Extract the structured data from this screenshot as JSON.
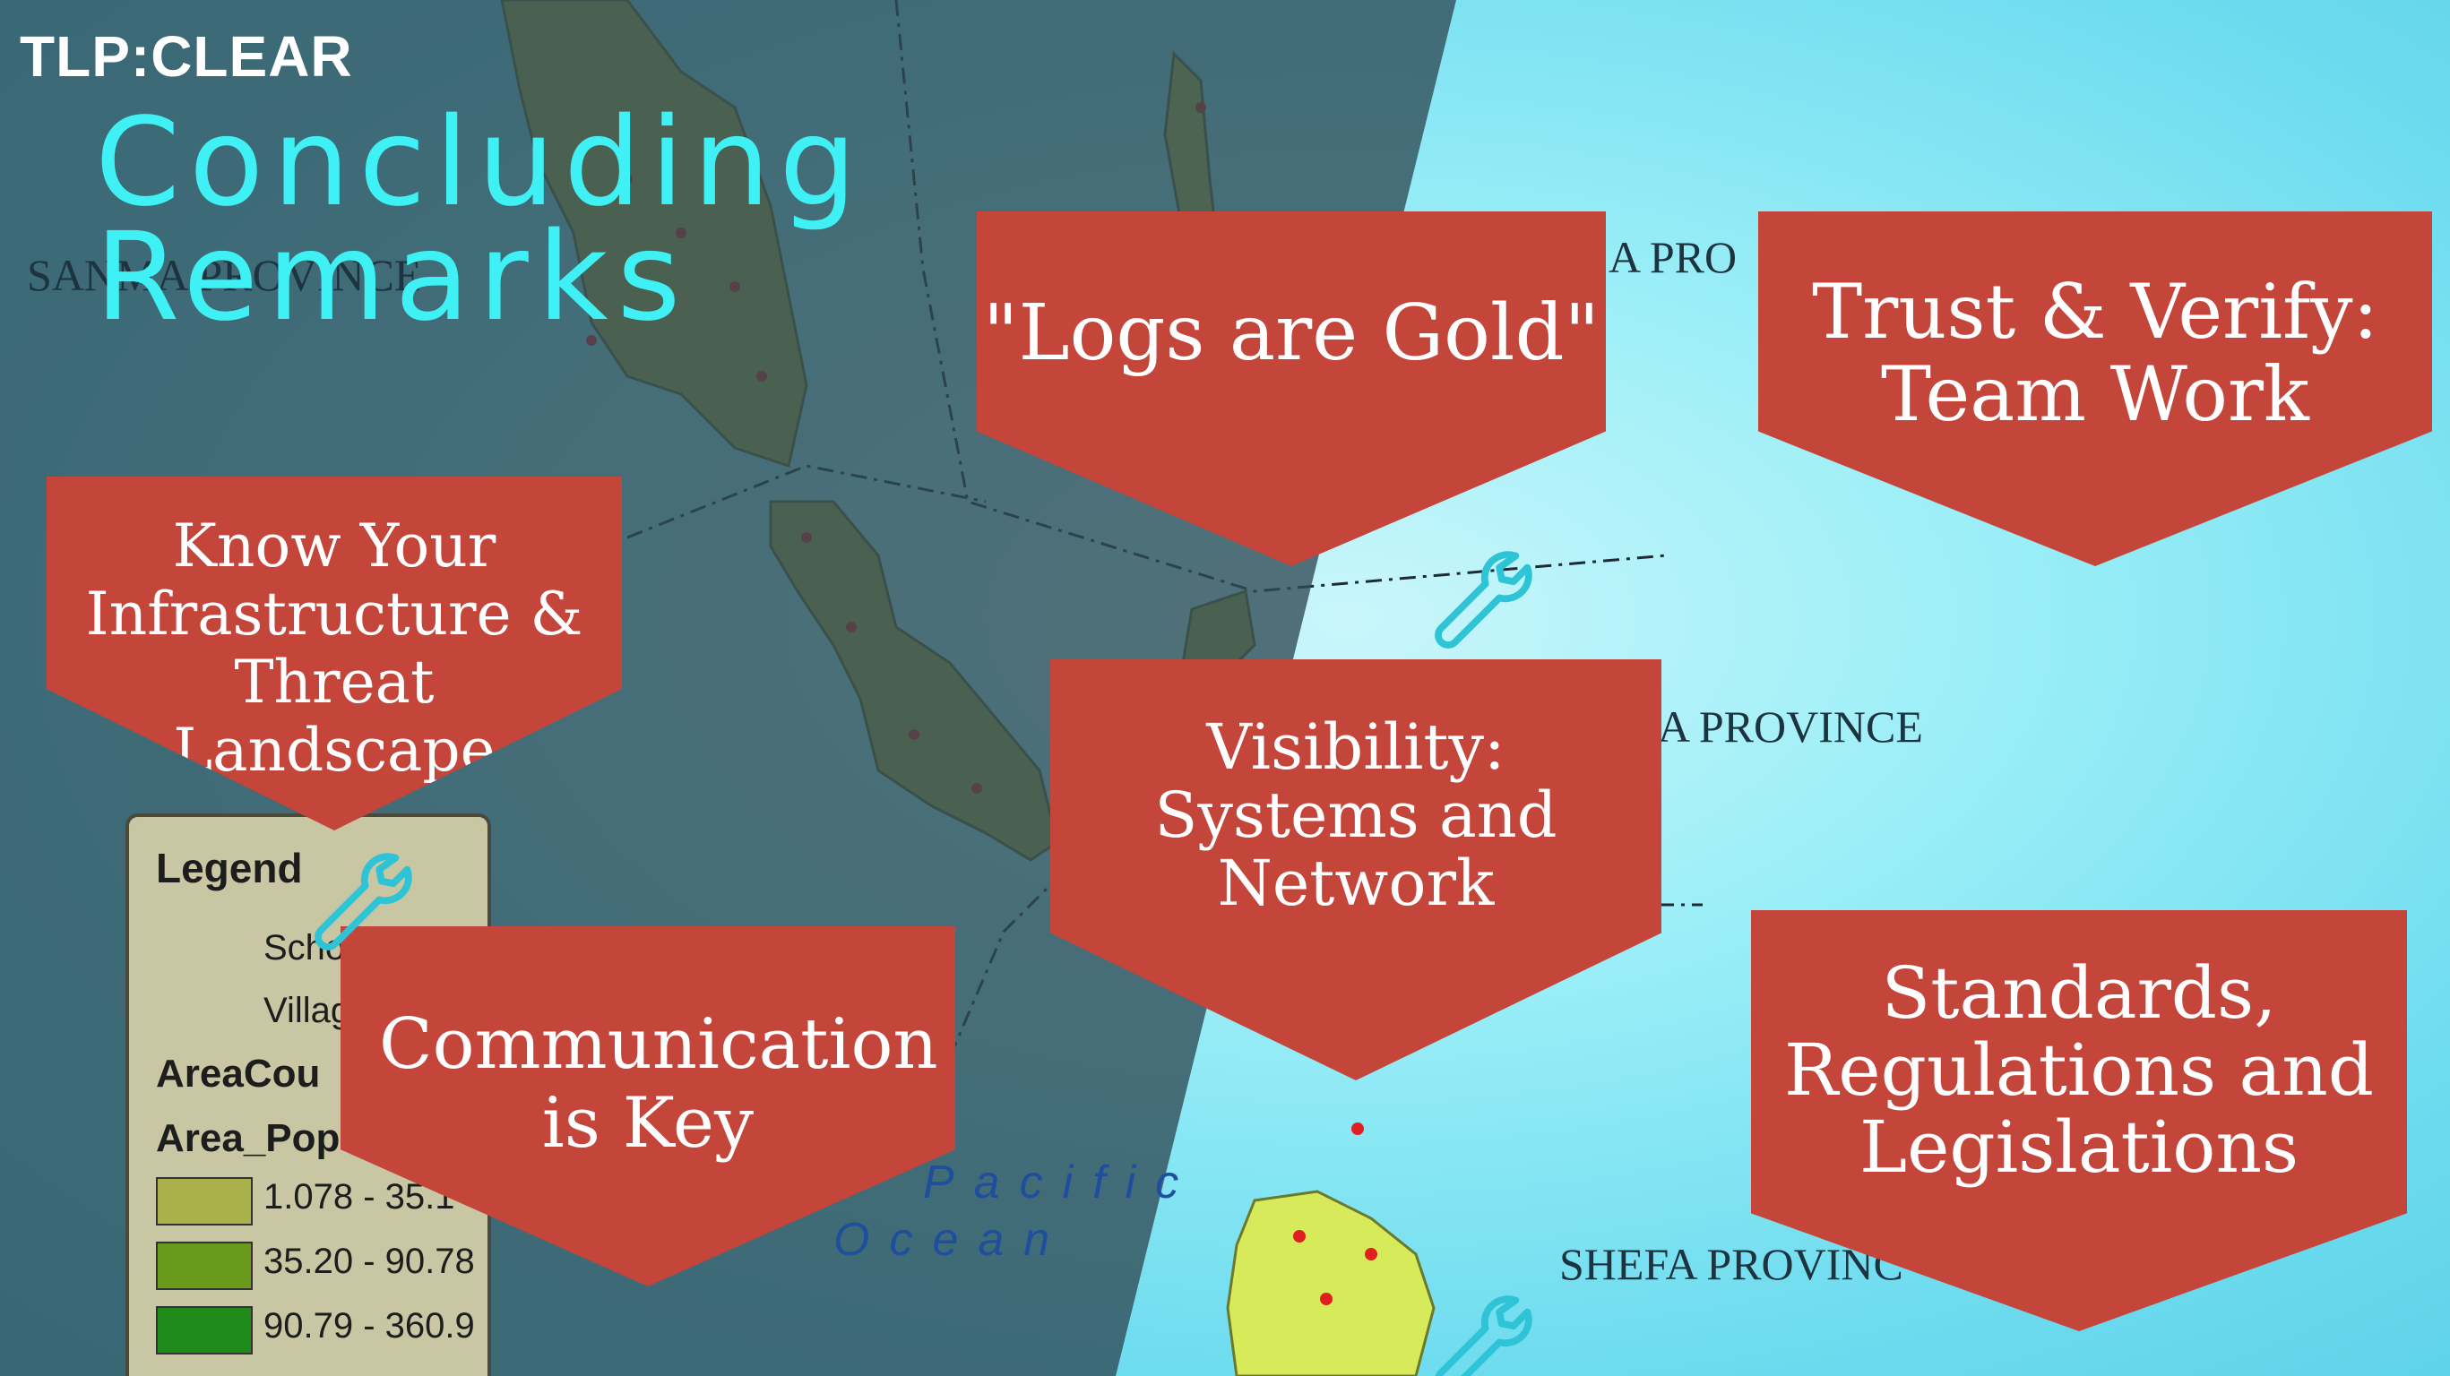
{
  "tlp_label": "TLP:CLEAR",
  "title": {
    "line1": "Concluding",
    "line2": "Remarks"
  },
  "callouts": [
    {
      "text": "Know Your Infrastructure & Threat Landscape"
    },
    {
      "text": "\"Logs are Gold\""
    },
    {
      "text": "Trust & Verify: Team Work"
    },
    {
      "text": "Visibility: Systems and Network"
    },
    {
      "text": "Communication is Key"
    },
    {
      "text": "Standards, Regulations and Legislations"
    }
  ],
  "map_labels": {
    "sanma": "SANMA PROVINCE",
    "province_top": "A PRO",
    "province_mid": "A PROVINCE",
    "shefa": "SHEFA PROVINC"
  },
  "legend": {
    "title": "Legend",
    "schools": "Scho",
    "villages": "Villag",
    "area_count": "AreaCou",
    "area_pop": "Area_Pop",
    "ranges": [
      "1.078 - 35.1",
      "35.20 - 90.78",
      "90.79 - 360.9"
    ]
  },
  "ocean": {
    "line1": "Pacific",
    "line2": "Ocean"
  },
  "colors": {
    "callout": "#c4453a",
    "title": "#3ff0f4",
    "panel": "#2f4a55",
    "accent_icon": "#2fc3d6"
  },
  "icons": [
    "wrench-icon"
  ]
}
